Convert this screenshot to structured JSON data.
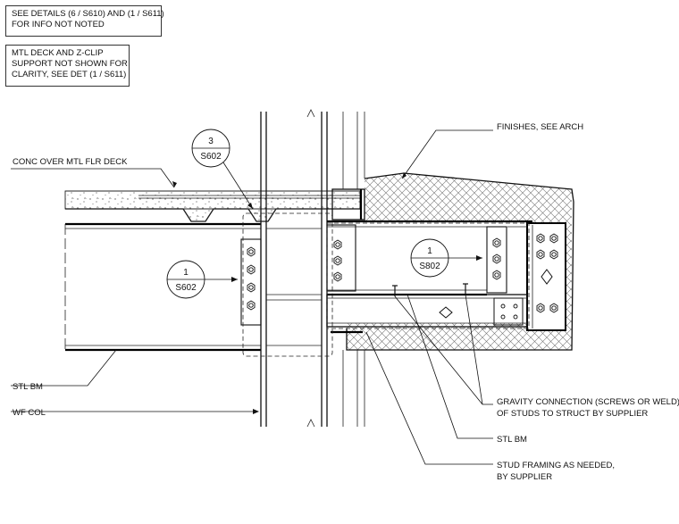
{
  "notes": {
    "note1": [
      "SEE DETAILS (6 / S610) AND (1 / S611)",
      "FOR INFO NOT NOTED"
    ],
    "note2": [
      "MTL DECK AND Z-CLIP",
      "SUPPORT NOT SHOWN FOR",
      "CLARITY, SEE DET (1 / S611)"
    ]
  },
  "labels": {
    "conc_deck": "CONC OVER MTL FLR DECK",
    "stl_bm_left": "STL BM",
    "wf_col": "WF COL",
    "finishes": "FINISHES, SEE ARCH",
    "gravity": [
      "GRAVITY CONNECTION (SCREWS OR WELD)",
      "OF STUDS TO STRUCT BY SUPPLIER"
    ],
    "stl_bm_right": "STL BM",
    "stud": [
      "STUD FRAMING AS NEEDED,",
      "BY SUPPLIER"
    ]
  },
  "bubbles": {
    "b3": {
      "num": "3",
      "sheet": "S602"
    },
    "b1_left": {
      "num": "1",
      "sheet": "S602"
    },
    "b1_right": {
      "num": "1",
      "sheet": "S802"
    }
  }
}
